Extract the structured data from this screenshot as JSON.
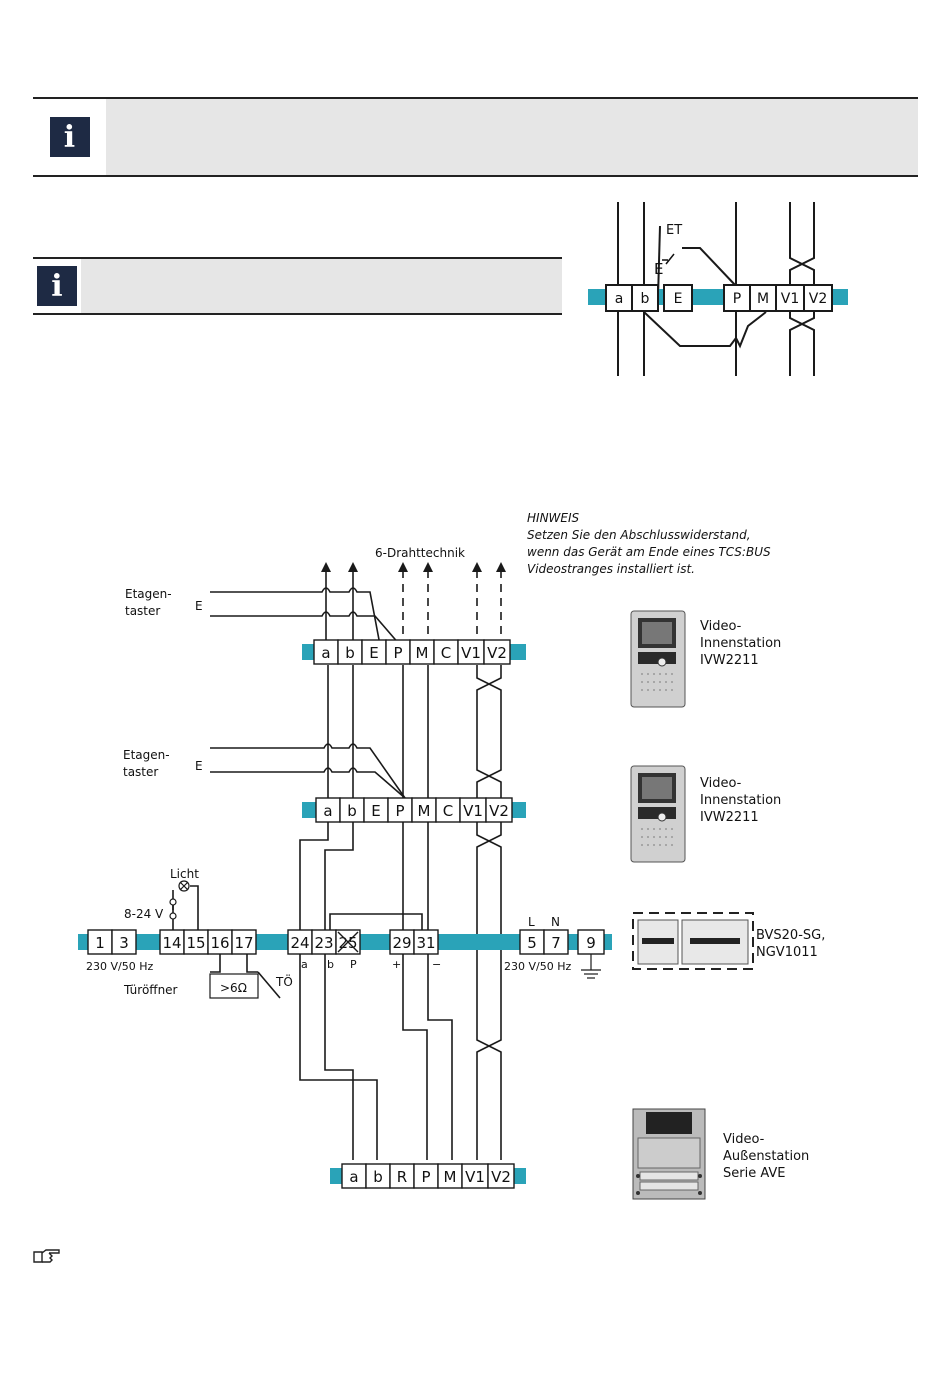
{
  "banner_top": {
    "icon": "info-icon"
  },
  "banner_mid": {
    "icon": "info-icon"
  },
  "small_diagram": {
    "et_label": "ET",
    "e_label": "E",
    "terminals": [
      "a",
      "b",
      "E",
      "P",
      "M",
      "V1",
      "V2"
    ]
  },
  "note": {
    "heading": "HINWEIS",
    "lines": [
      "Setzen Sie den Abschlusswiderstand,",
      "wenn das Gerät am Ende eines TCS:BUS",
      "Videostranges installiert ist."
    ]
  },
  "main_diagram": {
    "wiring_label": "6-Drahttechnik",
    "floor_button_1": [
      "Etagen-",
      "taster"
    ],
    "floor_button_2": [
      "Etagen-",
      "taster"
    ],
    "e_label": "E",
    "indoor_terminals": [
      "a",
      "b",
      "E",
      "P",
      "M",
      "C",
      "V1",
      "V2"
    ],
    "ps_terminals_1": [
      "1",
      "3"
    ],
    "ps_terminals_2": [
      "14",
      "15",
      "16",
      "17"
    ],
    "ps_terminals_3": [
      "24",
      "23",
      "25"
    ],
    "ps_terminals_4": [
      "29",
      "31"
    ],
    "ps_terminals_5": [
      "5",
      "7"
    ],
    "ps_terminals_6": [
      "9"
    ],
    "outdoor_terminals": [
      "a",
      "b",
      "R",
      "P",
      "M",
      "V1",
      "V2"
    ],
    "licht": "Licht",
    "voltage": "8-24 V",
    "mains_left": "230 V/50 Hz",
    "mains_right": "230 V/50 Hz",
    "door_opener": "Türöffner",
    "resistance": ">6Ω",
    "to": "TÖ",
    "sub_a": "a",
    "sub_b": "b",
    "sub_p": "P",
    "sub_plus": "+",
    "sub_minus": "−",
    "L": "L",
    "N": "N"
  },
  "devices": {
    "indoor_1": [
      "Video-",
      "Innenstation",
      "IVW2211"
    ],
    "indoor_2": [
      "Video-",
      "Innenstation",
      "IVW2211"
    ],
    "power": [
      "BVS20-SG,",
      "NGV1011"
    ],
    "outdoor": [
      "Video-",
      "Außenstation",
      "Serie AVE"
    ]
  },
  "footer": {
    "icon": "pointing-hand-icon"
  },
  "colors": {
    "bus": "#2aa3b8",
    "icon_bg": "#1e2a44",
    "banner_bg": "#e6e6e6",
    "line": "#1a1a1a"
  }
}
